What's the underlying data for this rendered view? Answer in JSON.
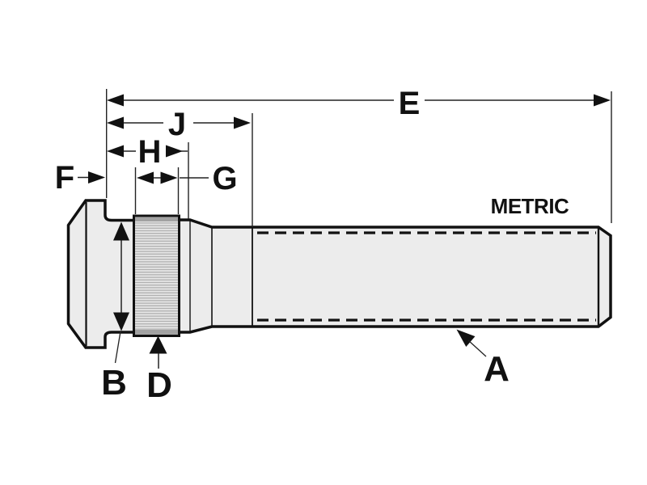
{
  "diagram": {
    "note": "METRIC",
    "labels": {
      "E": "E",
      "J": "J",
      "H": "H",
      "F": "F",
      "G": "G",
      "B": "B",
      "D": "D",
      "A": "A"
    },
    "colors": {
      "line": "#111111",
      "body_fill": "#ececec",
      "knurl_stripe": "#b2b2b2",
      "knurl_band": "#a2a2a2",
      "background": "#ffffff"
    }
  }
}
